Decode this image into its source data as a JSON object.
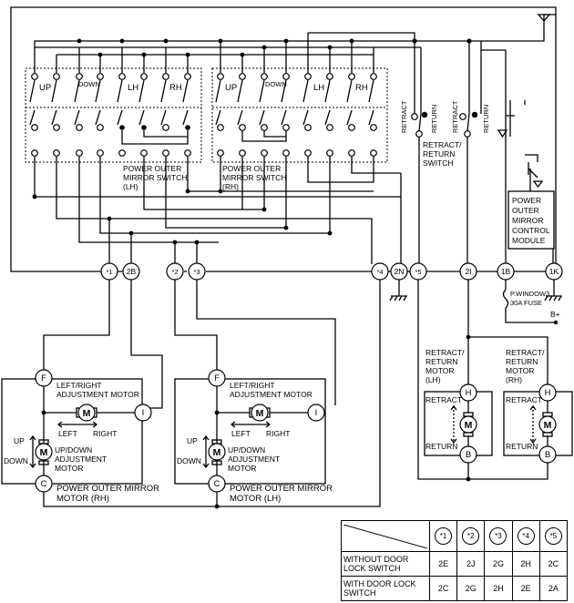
{
  "switch_lh": {
    "labels": {
      "up": "UP",
      "down": "DOWN",
      "lh": "LH",
      "rh": "RH"
    },
    "name": [
      "POWER OUTER",
      "MIRROR SWITCH",
      "(LH)"
    ]
  },
  "switch_rh": {
    "labels": {
      "up": "UP",
      "down": "DOWN",
      "lh": "LH",
      "rh": "RH"
    },
    "name": [
      "POWER OUTER",
      "MIRROR SWITCH",
      "(RH)"
    ]
  },
  "retract_switch": {
    "retract_a": "RETRACT",
    "return_a": "RETURN",
    "retract_b": "RETRACT",
    "return_b": "RETURN",
    "name": [
      "RETRACT/",
      "RETURN",
      "SWITCH"
    ]
  },
  "control_module": [
    "POWER",
    "OUTER",
    "MIRROR",
    "CONTROL",
    "MODULE"
  ],
  "connectors": {
    "c1": "*1",
    "c2b": "2B",
    "c2": "*2",
    "c3": "*3",
    "c4": "*4",
    "c2n": "2N",
    "c5": "*5",
    "c2i": "2I",
    "c1b": "1B",
    "c1k": "1K"
  },
  "fuse": [
    "P.WINDOW3",
    "30A FUSE"
  ],
  "battery": "B+",
  "motor_rh": {
    "pin_f": "F",
    "pin_i": "I",
    "pin_c": "C",
    "m": "M",
    "m2": "M",
    "lr_label": [
      "LEFT/RIGHT",
      "ADJUSTMENT MOTOR"
    ],
    "left": "LEFT",
    "right": "RIGHT",
    "up": "UP",
    "down": "DOWN",
    "ud_label": [
      "UP/DOWN",
      "ADJUSTMENT",
      "MOTOR"
    ],
    "name": [
      "POWER OUTER MIRROR",
      "MOTOR (RH)"
    ]
  },
  "motor_lh": {
    "pin_f": "F",
    "pin_i": "I",
    "pin_c": "C",
    "m": "M",
    "m2": "M",
    "lr_label": [
      "LEFT/RIGHT",
      "ADJUSTMENT MOTOR"
    ],
    "left": "LEFT",
    "right": "RIGHT",
    "up": "UP",
    "down": "DOWN",
    "ud_label": [
      "UP/DOWN",
      "ADJUSTMENT",
      "MOTOR"
    ],
    "name": [
      "POWER OUTER MIRROR",
      "MOTOR (LH)"
    ]
  },
  "retract_motor_lh": {
    "name": [
      "RETRACT/",
      "RETURN",
      "MOTOR",
      "(LH)"
    ],
    "pin_h": "H",
    "pin_b": "B",
    "m": "M",
    "retract": "RETRACT",
    "return": "RETURN"
  },
  "retract_motor_rh": {
    "name": [
      "RETRACT/",
      "RETURN",
      "MOTOR",
      "(RH)"
    ],
    "pin_h": "H",
    "pin_b": "B",
    "m": "M",
    "retract": "RETRACT",
    "return": "RETURN"
  },
  "code_table": {
    "headers": [
      "*1",
      "*2",
      "*3",
      "*4",
      "*5"
    ],
    "rows": [
      {
        "label": "WITHOUT DOOR LOCK SWITCH",
        "values": [
          "2E",
          "2J",
          "2G",
          "2H",
          "2C"
        ]
      },
      {
        "label": "WITH DOOR LOCK SWITCH",
        "values": [
          "2C",
          "2G",
          "2H",
          "2E",
          "2A"
        ]
      }
    ]
  }
}
